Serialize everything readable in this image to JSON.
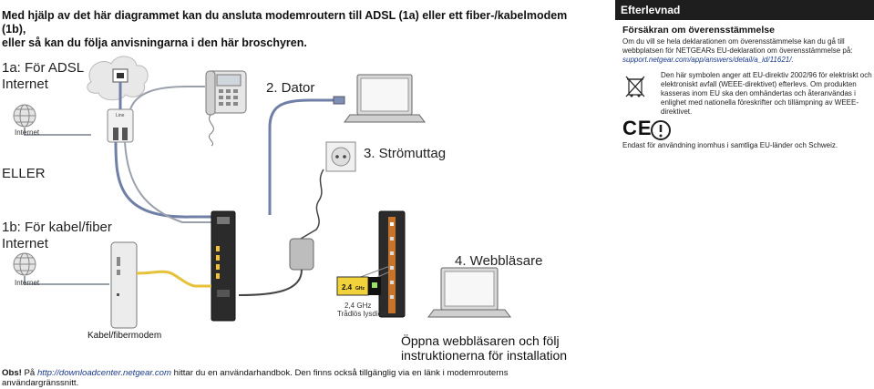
{
  "intro": {
    "line1": "Med hjälp av det här diagrammet kan du ansluta modemroutern till ADSL (1a) eller ett fiber-/kabelmodem (1b),",
    "line2": "eller så kan du följa anvisningarna i den här broschyren."
  },
  "labels": {
    "adsl_line1": "1a: För ADSL",
    "adsl_line2": "Internet",
    "dator": "2. Dator",
    "stromuttag": "3. Strömuttag",
    "eller": "ELLER",
    "kabel_line1": "1b: För kabel/fiber",
    "kabel_line2": "Internet",
    "webblasare": "4. Webbläsare",
    "internet_top": "Internet",
    "internet_bottom": "Internet",
    "line_port": "Line",
    "kabelmodem": "Kabel/fibermodem",
    "ghz_line1": "2,4 GHz",
    "ghz_line2": "Trådlös lysdiod",
    "ghz_badge": "2.4",
    "ghz_badge_unit": "GHz",
    "oppna_line1": "Öppna webbläsaren och följ",
    "oppna_line2": "instruktionerna för installation"
  },
  "right": {
    "header": "Efterlevnad",
    "subheader": "Försäkran om överensstämmelse",
    "decl_text": "Om du vill se hela deklarationen om överensstämmelse kan du gå till webbplatsen för NETGEARs EU-deklaration om överensstämmelse på:",
    "decl_link": "support.netgear.com/app/answers/detail/a_id/11621/.",
    "weee_text": "Den här symbolen anger att EU-direktiv 2002/96 för elektriskt och elektroniskt avfall (WEEE-direktivet) efterlevs. Om produkten kasseras inom EU ska den omhändertas och återanvändas i enlighet med nationella föreskrifter och tillämpning av WEEE-direktivet.",
    "ce_mark": "CE",
    "indoor_text": "Endast för användning inomhus i samtliga EU-länder och Schweiz."
  },
  "footer": {
    "obs": "Obs!",
    "pre": " På ",
    "link": "http://downloadcenter.netgear.com",
    "post": " hittar du en användarhandbok. Den finns också tillgänglig via en länk i modemrouterns användargränssnitt."
  },
  "colors": {
    "dsl_cable": "#6f7fa6",
    "ethernet_yellow": "#e6c23a",
    "header_bg": "#1e1e1e",
    "link": "#1a3a8a",
    "badge_bg": "#f2d23a"
  }
}
